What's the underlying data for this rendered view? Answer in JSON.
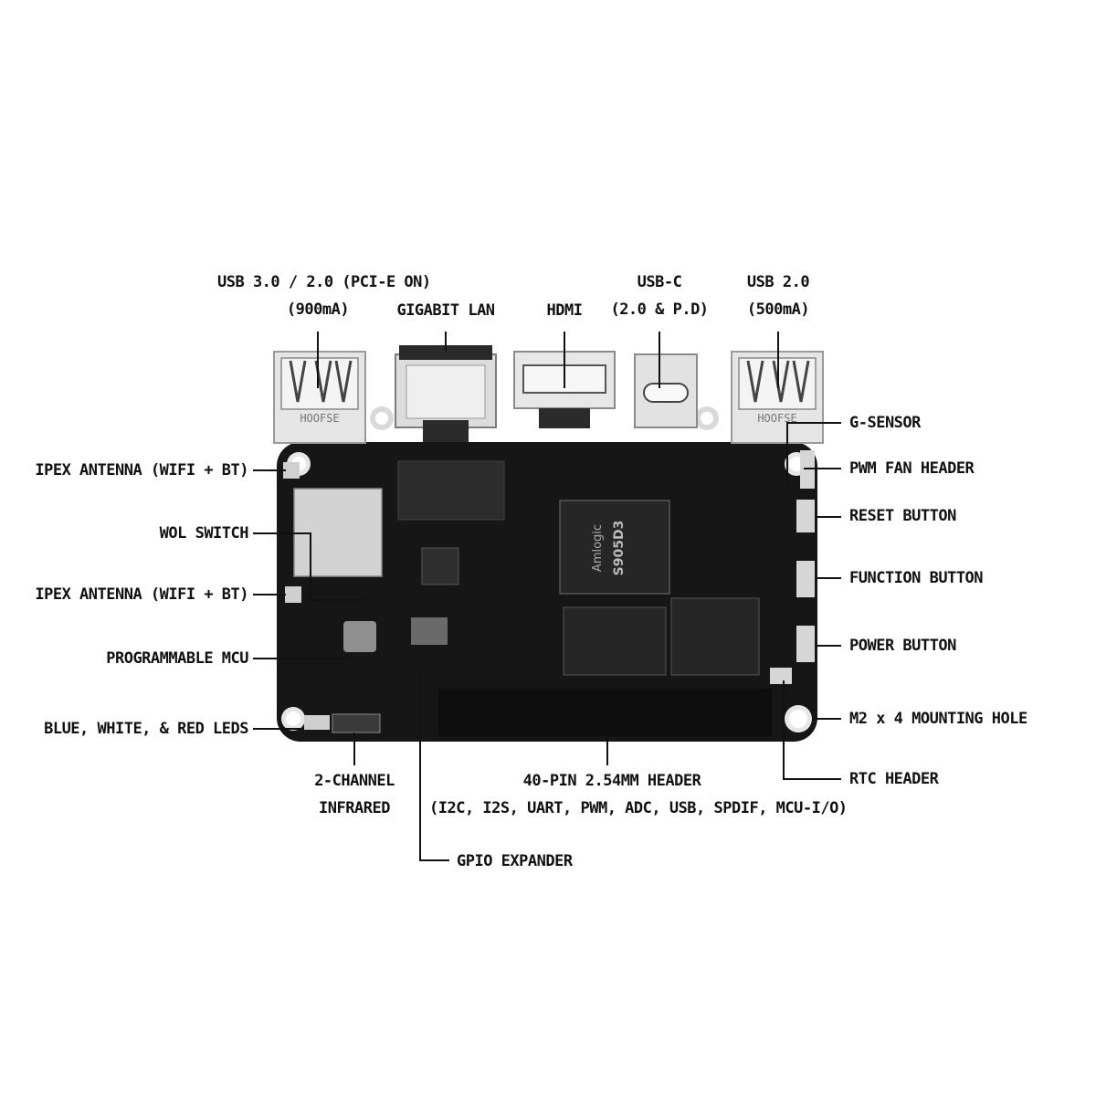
{
  "top_labels": {
    "usb3": [
      "USB 3.0 / 2.0 (PCI-E ON)",
      "(900mA)"
    ],
    "gigabit_lan": "GIGABIT LAN",
    "hdmi": "HDMI",
    "usb_c": [
      "USB-C",
      "(2.0 & P.D)"
    ],
    "usb2": [
      "USB 2.0",
      "(500mA)"
    ]
  },
  "left_labels": {
    "ipex_antenna_1": "IPEX ANTENNA (WIFI + BT)",
    "wol_switch": "WOL SWITCH",
    "ipex_antenna_2": "IPEX ANTENNA (WIFI + BT)",
    "programmable_mcu": "PROGRAMMABLE MCU",
    "leds": "BLUE, WHITE, & RED LEDS"
  },
  "right_labels": {
    "g_sensor": "G-SENSOR",
    "pwm_fan_header": "PWM FAN HEADER",
    "reset_button": "RESET BUTTON",
    "function_button": "FUNCTION BUTTON",
    "power_button": "POWER BUTTON",
    "mounting_hole": "M2 x 4 MOUNTING HOLE",
    "rtc_header": "RTC HEADER"
  },
  "bottom_labels": {
    "infrared": [
      "2-CHANNEL",
      "INFRARED"
    ],
    "gpio_header": [
      "40-PIN 2.54MM HEADER",
      "(I2C, I2S, UART, PWM, ADC, USB, SPDIF, MCU-I/O)"
    ],
    "gpio_expander": "GPIO EXPANDER"
  },
  "board_markings": {
    "soc_brand": "Amlogic",
    "soc_model": "S905D3",
    "usb_port_text": "HOOFSE"
  }
}
